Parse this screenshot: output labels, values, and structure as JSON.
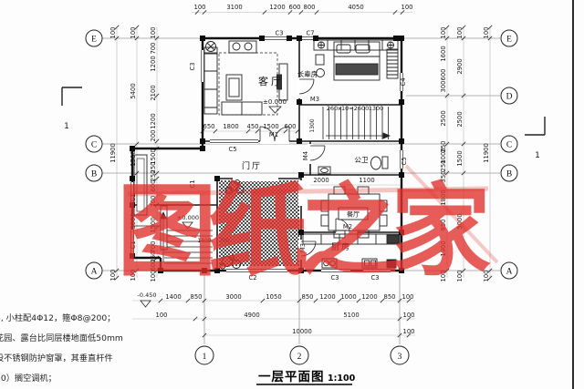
{
  "title": {
    "text": "一层平面图",
    "scale": "1:100"
  },
  "watermark": {
    "text": "图纸之家",
    "color": "#e0302c"
  },
  "axes": {
    "left": [
      "E",
      "C",
      "B",
      "A"
    ],
    "right": [
      "E",
      "D",
      "C",
      "B",
      "A"
    ],
    "bottom": [
      "1",
      "2",
      "3"
    ],
    "section_mark": "1"
  },
  "rooms": {
    "living": "客厅",
    "bedroom": "长辈房",
    "foyer": "门厅",
    "bath": "公卫",
    "dining": "餐厅",
    "kitchen": "厨房"
  },
  "marks": {
    "level_zero": "±0.000",
    "level_zero_stair": "±0.000",
    "level_neg": "-0.450",
    "stair_note": "260x10=2600",
    "stair_len": "1300",
    "stair_width": "1300"
  },
  "openings": {
    "m1": "M1",
    "m2": "M2",
    "m3": "M3",
    "m4": "M4",
    "c1": "C1",
    "c2": "C2",
    "c3": "C3",
    "c4": "C4",
    "c5": "C5",
    "c7": "C7"
  },
  "dims": {
    "top": [
      "100",
      "3100",
      "1200",
      "600",
      "800",
      "4050",
      "100"
    ],
    "living": [
      "650",
      "1800",
      "450",
      "1500",
      "600"
    ],
    "left_outer": [
      "100",
      "11900",
      "100"
    ],
    "left_mid": [
      "100",
      "5400",
      "1500",
      "5000",
      "100"
    ],
    "left_inner": [
      "100",
      "700",
      "1200",
      "2100",
      "1200",
      "200",
      "1500",
      "250",
      "250",
      "600",
      "700",
      "1500",
      "700",
      "250",
      "600",
      "100"
    ],
    "right_inner": [
      "100",
      "1600",
      "600",
      "300",
      "2500",
      "250",
      "1000",
      "250",
      "350",
      "1800",
      "950",
      "1900",
      "100"
    ],
    "right_mid": [
      "100",
      "2900",
      "2500",
      "1500",
      "5000",
      "100"
    ],
    "right_outer": [
      "100",
      "11900",
      "100"
    ],
    "bottom1": [
      "1400",
      "850",
      "3000",
      "1050",
      "850",
      "1200",
      "1000",
      "1200",
      "850",
      "100"
    ],
    "bottom2": [
      "100",
      "4900",
      "5100",
      "100"
    ],
    "bottom3": [
      "10000",
      "100"
    ],
    "dining": [
      "2000",
      "1100"
    ],
    "stairs_bl": [
      "1400",
      "700"
    ]
  },
  "notes": [
    "n, 小柱配4Φ12，箍Φ8@200；",
    "花园、露台比同层楼地面低50mm",
    "设不锈钢防护窗罩，其垂直杆件",
    "30）搁空调机；"
  ]
}
